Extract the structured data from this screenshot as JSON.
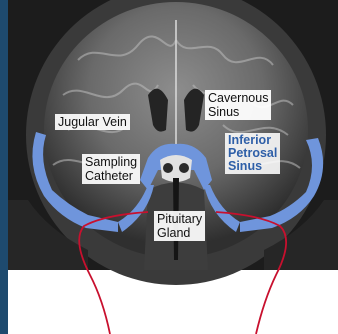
{
  "labels": {
    "jugular_vein": "Jugular Vein",
    "cavernous_sinus_line1": "Cavernous",
    "cavernous_sinus_line2": "Sinus",
    "inferior_petrosal_line1": "Inferior",
    "inferior_petrosal_line2": "Petrosal",
    "inferior_petrosal_line3": "Sinus",
    "sampling_catheter_line1": "Sampling",
    "sampling_catheter_line2": "Catheter",
    "pituitary_gland_line1": "Pituitary",
    "pituitary_gland_line2": "Gland"
  },
  "colors": {
    "vein_blue": "#6f95dc",
    "catheter_red": "#c8102e",
    "label_blue": "#2e5fa8",
    "slide_background": "#1e4a6e"
  }
}
